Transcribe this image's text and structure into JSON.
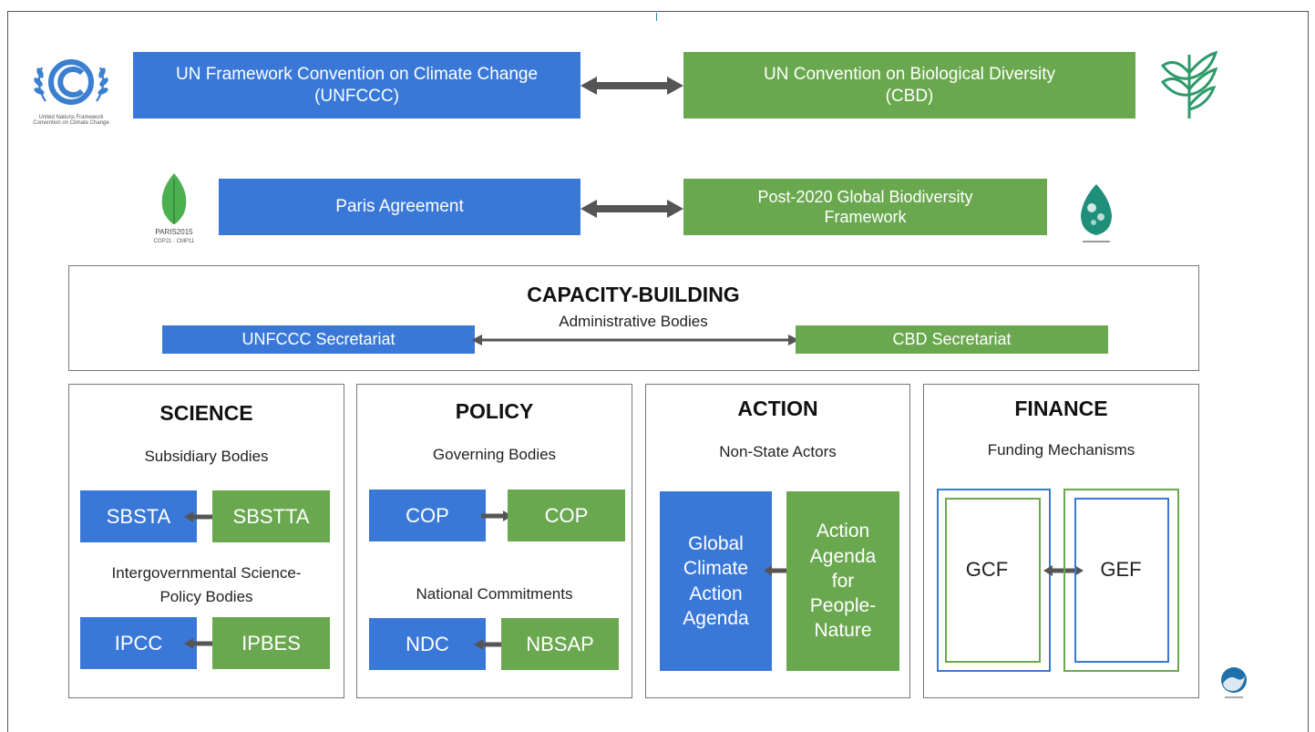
{
  "top_row": {
    "unfccc": "UN Framework Convention on Climate Change\n(UNFCCC)",
    "cbd": "UN Convention on Biological Diversity\n(CBD)",
    "unfccc_logo_caption": "United Nations Framework Convention on Climate Change"
  },
  "second_row": {
    "paris": "Paris Agreement",
    "framework": "Post-2020 Global Biodiversity\nFramework",
    "paris_logo_caption_1": "PARIS2015",
    "paris_logo_caption_2": "COP21 · CMP11"
  },
  "capacity": {
    "title": "CAPACITY-BUILDING",
    "subtitle": "Administrative Bodies",
    "unfccc_secretariat": "UNFCCC Secretariat",
    "cbd_secretariat": "CBD Secretariat"
  },
  "science": {
    "title": "SCIENCE",
    "subtitle": "Subsidiary Bodies",
    "sbsta": "SBSTA",
    "sbstta": "SBSTTA",
    "subtitle2": "Intergovernmental Science-\nPolicy Bodies",
    "ipcc": "IPCC",
    "ipbes": "IPBES"
  },
  "policy": {
    "title": "POLICY",
    "subtitle": "Governing Bodies",
    "cop_left": "COP",
    "cop_right": "COP",
    "subtitle2": "National Commitments",
    "ndc": "NDC",
    "nbsap": "NBSAP"
  },
  "action": {
    "title": "ACTION",
    "subtitle": "Non-State Actors",
    "gcaa": "Global\nClimate\nAction\nAgenda",
    "aapn": "Action\nAgenda\nfor\nPeople-\nNature"
  },
  "finance": {
    "title": "FINANCE",
    "subtitle": "Funding Mechanisms",
    "gcf": "GCF",
    "gef": "GEF"
  },
  "colors": {
    "blue": "#3a78d8",
    "green": "#6aa84f",
    "arrow": "#555555",
    "unfccc_logo": "#3a7fd0",
    "cbd_logo": "#2e9a6a",
    "paris_leaf": "#4caf50"
  }
}
